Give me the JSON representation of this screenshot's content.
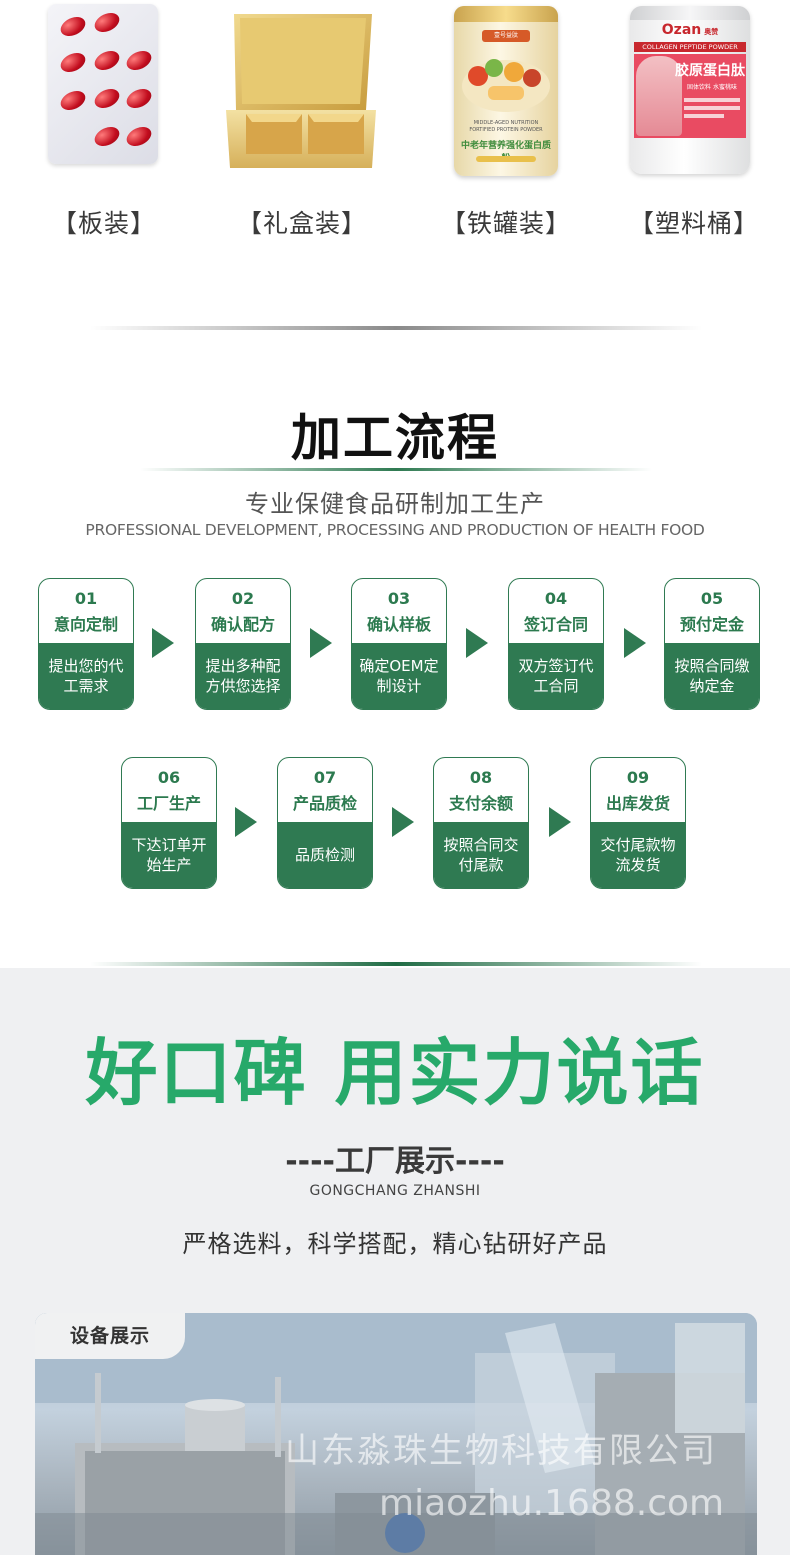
{
  "packaging": [
    {
      "label": "【板装】"
    },
    {
      "label": "【礼盒装】"
    },
    {
      "label": "【铁罐装】"
    },
    {
      "label": "【塑料桶】"
    }
  ],
  "can_texts": {
    "brand_small": "壹号益肽",
    "line1": "MIDDLE-AGED NUTRITION",
    "line2": "FORTIFIED PROTEIN POWDER",
    "cn_name": "中老年营养强化蛋白质粉"
  },
  "tub_texts": {
    "brand": "Ozan",
    "brand_cn": "奥赞",
    "en_name": "COLLAGEN PEPTIDE POWDER",
    "cn_name": "胶原蛋白肽",
    "sub": "固体饮料",
    "flavor": "水蜜桃味"
  },
  "process": {
    "title": "加工流程",
    "subtitle_cn": "专业保健食品研制加工生产",
    "subtitle_en": "PROFESSIONAL DEVELOPMENT, PROCESSING AND PRODUCTION OF HEALTH FOOD",
    "steps": [
      {
        "num": "01",
        "name": "意向定制",
        "desc": "提出您的代工需求"
      },
      {
        "num": "02",
        "name": "确认配方",
        "desc": "提出多种配方供您选择"
      },
      {
        "num": "03",
        "name": "确认样板",
        "desc": "确定OEM定制设计"
      },
      {
        "num": "04",
        "name": "签订合同",
        "desc": "双方签订代工合同"
      },
      {
        "num": "05",
        "name": "预付定金",
        "desc": "按照合同缴纳定金"
      },
      {
        "num": "06",
        "name": "工厂生产",
        "desc": "下达订单开始生产"
      },
      {
        "num": "07",
        "name": "产品质检",
        "desc": "品质检测"
      },
      {
        "num": "08",
        "name": "支付余额",
        "desc": "按照合同交付尾款"
      },
      {
        "num": "09",
        "name": "出库发货",
        "desc": "交付尾款物流发货"
      }
    ]
  },
  "reputation": {
    "headline": "好口碑 用实力说话",
    "factory_title": "----工厂展示----",
    "factory_pinyin": "GONGCHANG ZHANSHI",
    "slogan": "严格选料，科学搭配，精心钻研好产品"
  },
  "equipment": {
    "tag": "设备展示",
    "watermark_company": "山东淼珠生物科技有限公司",
    "watermark_url": "miaozhu.1688.com"
  },
  "colors": {
    "brand_green": "#2f7a52",
    "headline_green": "#27a96a",
    "bg_gray": "#eff0f2"
  }
}
